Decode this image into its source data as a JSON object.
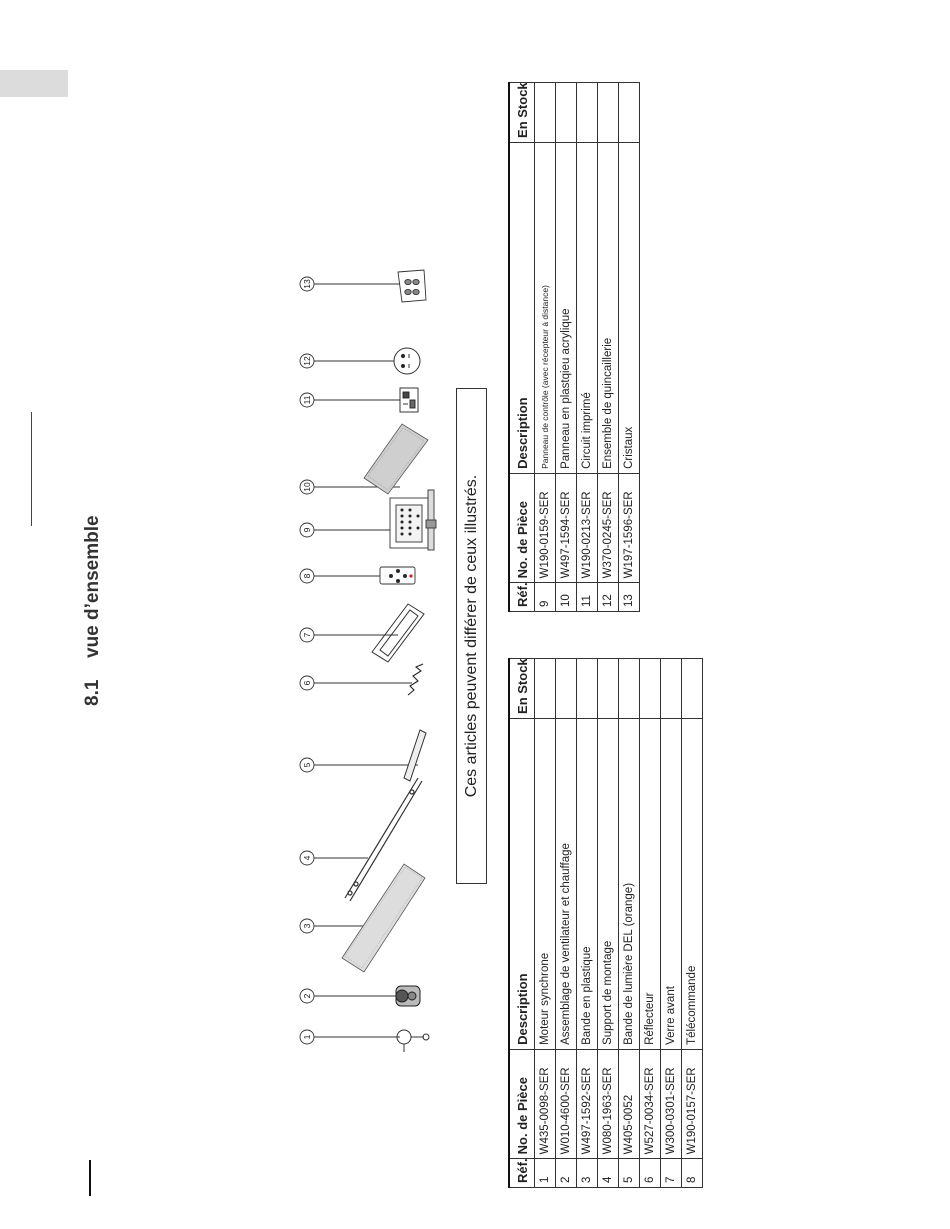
{
  "section": {
    "number": "8.1",
    "title": "vue d’ensemble"
  },
  "note": "Ces articles peuvent différer de ceux illustrés.",
  "callouts": [
    "1",
    "2",
    "3",
    "4",
    "5",
    "6",
    "7",
    "8",
    "9",
    "10",
    "11",
    "12",
    "13"
  ],
  "table_headers": {
    "ref": "Réf.",
    "part_no": "No. de Pièce",
    "description": "Description",
    "stock": "En Stock"
  },
  "table1_rows": [
    {
      "ref": "1",
      "part_no": "W435-0098-SER",
      "description": "Moteur synchrone",
      "stock": ""
    },
    {
      "ref": "2",
      "part_no": "W010-4600-SER",
      "description": "Assemblage de ventilateur et chauffage",
      "stock": ""
    },
    {
      "ref": "3",
      "part_no": "W497-1592-SER",
      "description": "Bande en plastique",
      "stock": ""
    },
    {
      "ref": "4",
      "part_no": "W080-1963-SER",
      "description": "Support de montage",
      "stock": ""
    },
    {
      "ref": "5",
      "part_no": "W405-0052",
      "description": "Bande de lumière DEL (orange)",
      "stock": ""
    },
    {
      "ref": "6",
      "part_no": "W527-0034-SER",
      "description": "Réflecteur",
      "stock": ""
    },
    {
      "ref": "7",
      "part_no": "W300-0301-SER",
      "description": "Verre avant",
      "stock": ""
    },
    {
      "ref": "8",
      "part_no": "W190-0157-SER",
      "description": "Télécommande",
      "stock": ""
    }
  ],
  "table2_rows": [
    {
      "ref": "9",
      "part_no": "W190-0159-SER",
      "description": "Panneau de contrôle (avec récepteur à distance)",
      "stock": ""
    },
    {
      "ref": "10",
      "part_no": "W497-1594-SER",
      "description": "Panneau en plastqieu acrylique",
      "stock": ""
    },
    {
      "ref": "11",
      "part_no": "W190-0213-SER",
      "description": "Circuit imprimé",
      "stock": ""
    },
    {
      "ref": "12",
      "part_no": "W370-0245-SER",
      "description": "Ensemble de quincaillerie",
      "stock": ""
    },
    {
      "ref": "13",
      "part_no": "W197-1596-SER",
      "description": "Cristaux",
      "stock": ""
    }
  ]
}
